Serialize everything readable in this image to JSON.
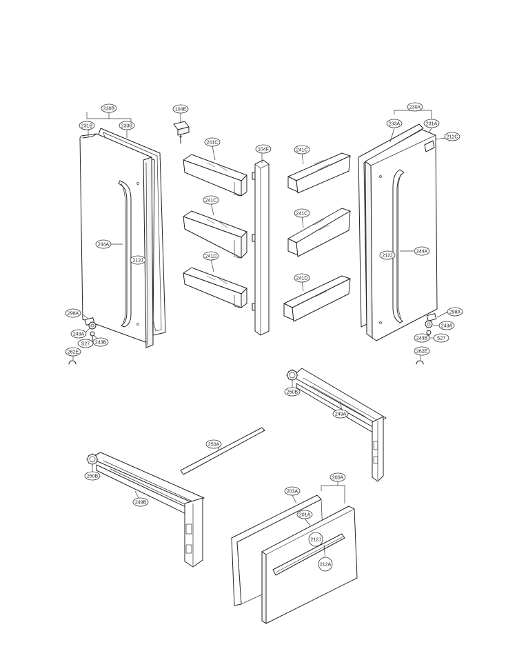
{
  "callouts": [
    {
      "id": "c230B",
      "label": "230B"
    },
    {
      "id": "c231B",
      "label": "231B"
    },
    {
      "id": "c233B",
      "label": "233B"
    },
    {
      "id": "c104E",
      "label": "104E"
    },
    {
      "id": "c241C_l1",
      "label": "241C"
    },
    {
      "id": "c241C_l2",
      "label": "241C"
    },
    {
      "id": "c241D_l",
      "label": "241D"
    },
    {
      "id": "c104F",
      "label": "104F"
    },
    {
      "id": "c241C_r1",
      "label": "241C"
    },
    {
      "id": "c241C_r2",
      "label": "241C"
    },
    {
      "id": "c241D_r",
      "label": "241D"
    },
    {
      "id": "c230A",
      "label": "230A"
    },
    {
      "id": "c233A",
      "label": "233A"
    },
    {
      "id": "c231A",
      "label": "231A"
    },
    {
      "id": "c212C",
      "label": "212C"
    },
    {
      "id": "c244A_l",
      "label": "244A"
    },
    {
      "id": "c212J_l",
      "label": "212J"
    },
    {
      "id": "c212J_r",
      "label": "212J"
    },
    {
      "id": "c244A_r",
      "label": "244A"
    },
    {
      "id": "c298A_l",
      "label": "298A"
    },
    {
      "id": "c243A_l",
      "label": "243A"
    },
    {
      "id": "c243B_l",
      "label": "243B"
    },
    {
      "id": "cS27_l",
      "label": "S27"
    },
    {
      "id": "c262E_l",
      "label": "262E"
    },
    {
      "id": "c298A_r",
      "label": "298A"
    },
    {
      "id": "c243A_r",
      "label": "243A"
    },
    {
      "id": "c243B_r",
      "label": "243B"
    },
    {
      "id": "cS27_r",
      "label": "S27"
    },
    {
      "id": "c262E_r",
      "label": "262E"
    },
    {
      "id": "c250B_r",
      "label": "250B"
    },
    {
      "id": "c249A",
      "label": "249A"
    },
    {
      "id": "c250A",
      "label": "250A"
    },
    {
      "id": "c250B_l",
      "label": "250B"
    },
    {
      "id": "c249B",
      "label": "249B"
    },
    {
      "id": "c203A",
      "label": "203A"
    },
    {
      "id": "c200A",
      "label": "200A"
    },
    {
      "id": "c201A",
      "label": "201A"
    },
    {
      "id": "c212J_d",
      "label": "212J"
    },
    {
      "id": "c212A",
      "label": "212A"
    }
  ]
}
